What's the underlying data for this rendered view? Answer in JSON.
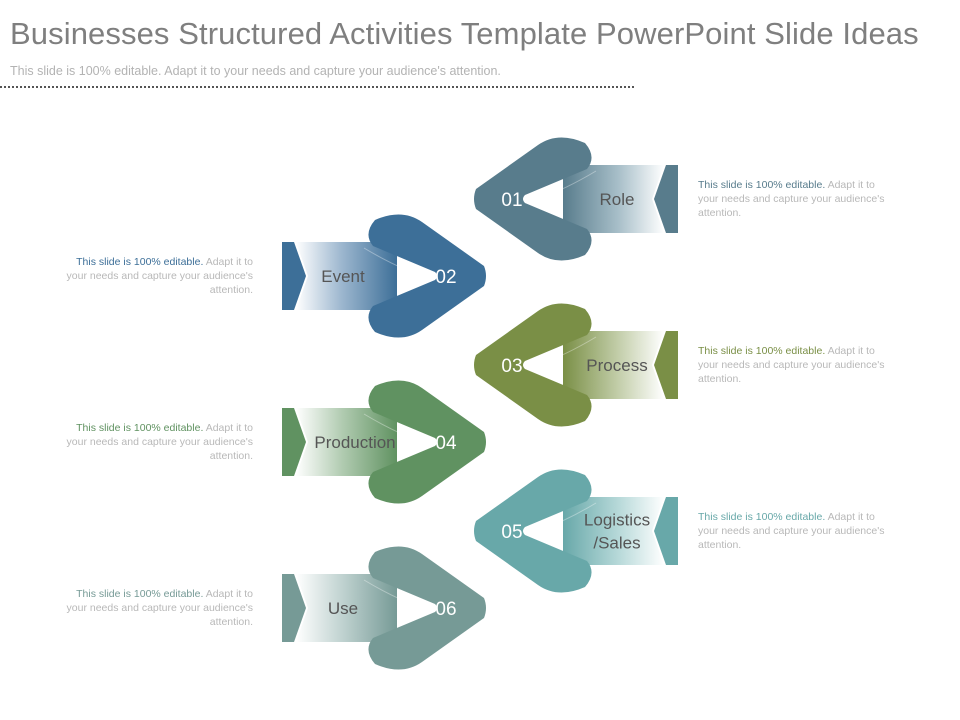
{
  "header": {
    "title": "Businesses Structured Activities Template PowerPoint Slide Ideas",
    "subtitle": "This slide is 100% editable. Adapt it to your needs and capture your audience's attention."
  },
  "steps": [
    {
      "number": "01",
      "label": "Role",
      "color": "#587c8c",
      "light": "#a8bfc9",
      "side": "right"
    },
    {
      "number": "02",
      "label": "Event",
      "color": "#3d6f98",
      "light": "#9db7cf",
      "side": "left"
    },
    {
      "number": "03",
      "label": "Process",
      "color": "#7a8f46",
      "light": "#c3ceaa",
      "side": "right"
    },
    {
      "number": "04",
      "label": "Production",
      "color": "#609261",
      "light": "#b2ccb2",
      "side": "left"
    },
    {
      "number": "05",
      "label": "Logistics /Sales",
      "label_lines": [
        "Logistics",
        "/Sales"
      ],
      "color": "#68a8a9",
      "light": "#b7d9d9",
      "side": "right"
    },
    {
      "number": "06",
      "label": "Use",
      "color": "#769a96",
      "light": "#c1d3d1",
      "side": "left"
    }
  ],
  "descriptions": [
    {
      "highlight": "This slide is 100% editable.",
      "rest": " Adapt it to your needs and capture your audience's attention.",
      "color": "#587c8c"
    },
    {
      "highlight": "This slide is 100% editable.",
      "rest": " Adapt it to your needs and capture your audience's attention.",
      "color": "#3d6f98"
    },
    {
      "highlight": "This slide is 100% editable.",
      "rest": " Adapt it to your needs and capture your audience's attention.",
      "color": "#7a8f46"
    },
    {
      "highlight": "This slide is 100% editable.",
      "rest": " Adapt it to your needs and capture your audience's attention.",
      "color": "#609261"
    },
    {
      "highlight": "This slide is 100% editable.",
      "rest": " Adapt it to your needs and capture your audience's attention.",
      "color": "#68a8a9"
    },
    {
      "highlight": "This slide is 100% editable.",
      "rest": " Adapt it to your needs and capture your audience's attention.",
      "color": "#769a96"
    }
  ]
}
